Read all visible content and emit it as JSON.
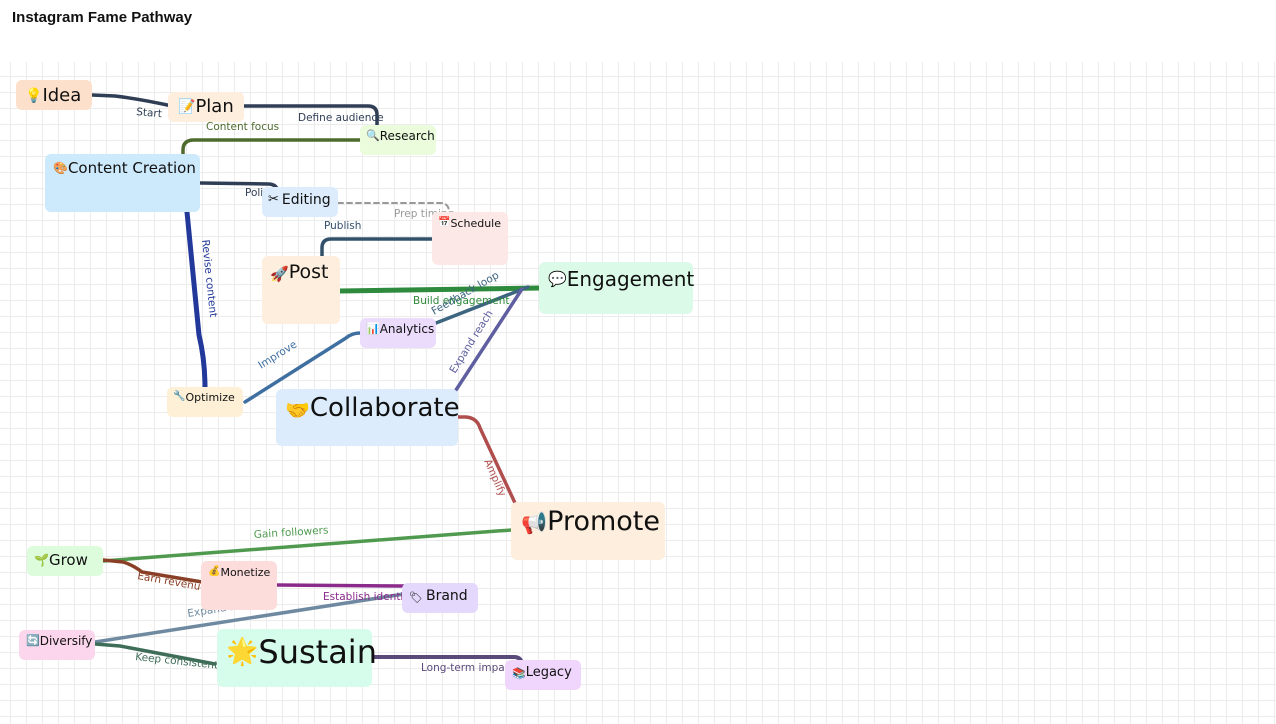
{
  "page": {
    "title": "Instagram Fame Pathway"
  },
  "nodes": {
    "idea": {
      "icon": "💡",
      "label": "Idea",
      "color": "#fde0cc"
    },
    "plan": {
      "icon": "📝",
      "label": "Plan",
      "color": "#fdeedd"
    },
    "research": {
      "icon": "🔍",
      "label": "Research",
      "color": "#eafcdc"
    },
    "content": {
      "icon": "🎨",
      "label": "Content Creation",
      "color": "#cdeafc"
    },
    "editing": {
      "icon": "✂",
      "label": "Editing",
      "color": "#dcecfc"
    },
    "schedule": {
      "icon": "📅",
      "label": "Schedule",
      "color": "#fde8e8"
    },
    "post": {
      "icon": "🚀",
      "label": "Post",
      "color": "#fdeedd"
    },
    "engagement": {
      "icon": "💬",
      "label": "Engagement",
      "color": "#dcfae8"
    },
    "analytics": {
      "icon": "📊",
      "label": "Analytics",
      "color": "#ecdcfc"
    },
    "optimize": {
      "icon": "🔧",
      "label": "Optimize",
      "color": "#fdf0d6"
    },
    "collaborate": {
      "icon": "🤝",
      "label": "Collaborate",
      "color": "#dcecfc"
    },
    "promote": {
      "icon": "📢",
      "label": "Promote",
      "color": "#fdeedd"
    },
    "grow": {
      "icon": "🌱",
      "label": "Grow",
      "color": "#dcfcdc"
    },
    "monetize": {
      "icon": "💰",
      "label": "Monetize",
      "color": "#fddcdc"
    },
    "brand": {
      "icon": "🏷",
      "label": "Brand",
      "color": "#e4d8fc"
    },
    "diversify": {
      "icon": "🔄",
      "label": "Diversify",
      "color": "#fcd6ec"
    },
    "sustain": {
      "icon": "🌟",
      "label": "Sustain",
      "color": "#d6fcec"
    },
    "legacy": {
      "icon": "📚",
      "label": "Legacy",
      "color": "#f0d6fc"
    }
  },
  "edges": [
    {
      "id": "idea-plan",
      "label": "Start",
      "color": "#2f3e55"
    },
    {
      "id": "plan-research",
      "label": "Define audience",
      "color": "#2f3e55"
    },
    {
      "id": "research-content",
      "label": "Content focus",
      "color": "#4e6b2e"
    },
    {
      "id": "content-editing",
      "label": "Polish",
      "color": "#2f3e55"
    },
    {
      "id": "editing-schedule",
      "label": "Prep timing",
      "color": "#999999"
    },
    {
      "id": "schedule-post",
      "label": "Publish",
      "color": "#33506a"
    },
    {
      "id": "post-engagement",
      "label": "Build engagement",
      "color": "#2e8a3c"
    },
    {
      "id": "analytics-engagement",
      "label": "Feedback loop",
      "color": "#3d6580"
    },
    {
      "id": "collaborate-engagement",
      "label": "Expand reach",
      "color": "#5e5ea0"
    },
    {
      "id": "optimize-analytics",
      "label": "Improve",
      "color": "#3f6fa0"
    },
    {
      "id": "content-optimize",
      "label": "Revise content",
      "color": "#22389a"
    },
    {
      "id": "collaborate-promote",
      "label": "Amplify",
      "color": "#b04e4e"
    },
    {
      "id": "grow-promote",
      "label": "Gain followers",
      "color": "#4f9a4f"
    },
    {
      "id": "grow-monetize",
      "label": "Earn revenue",
      "color": "#8a4026"
    },
    {
      "id": "monetize-brand",
      "label": "Establish identity",
      "color": "#8a2a8a"
    },
    {
      "id": "diversify-brand",
      "label": "Expand streams",
      "color": "#6f8aa0"
    },
    {
      "id": "diversify-sustain",
      "label": "Keep consistent",
      "color": "#3f6e58"
    },
    {
      "id": "sustain-legacy",
      "label": "Long-term impact",
      "color": "#5a4a7a"
    }
  ]
}
